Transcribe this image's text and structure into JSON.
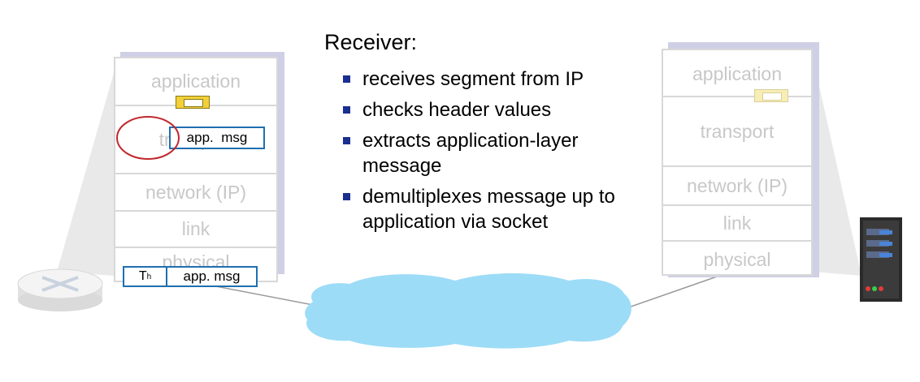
{
  "receiver": {
    "title": "Receiver:",
    "bullets": [
      "receives segment from IP",
      "checks header values",
      "extracts application-layer message",
      "demultiplexes message up to application via socket"
    ]
  },
  "left_stack": {
    "layers": [
      "application",
      "transport",
      "network (IP)",
      "link",
      "physical"
    ]
  },
  "right_stack": {
    "layers": [
      "application",
      "transport",
      "network (IP)",
      "link",
      "physical"
    ]
  },
  "transport_message": {
    "label": "app.  msg"
  },
  "segment": {
    "header": "T",
    "header_sub": "h",
    "payload": "app. msg"
  },
  "colors": {
    "layer_text": "#c8c8c8",
    "stack_shadow": "#cfcfe6",
    "message_border": "#1f6fb0",
    "highlight_circle": "#c0282d",
    "cloud": "#9ddcf7",
    "bullet": "#1a2f8f",
    "socket": "#f2d03b"
  }
}
